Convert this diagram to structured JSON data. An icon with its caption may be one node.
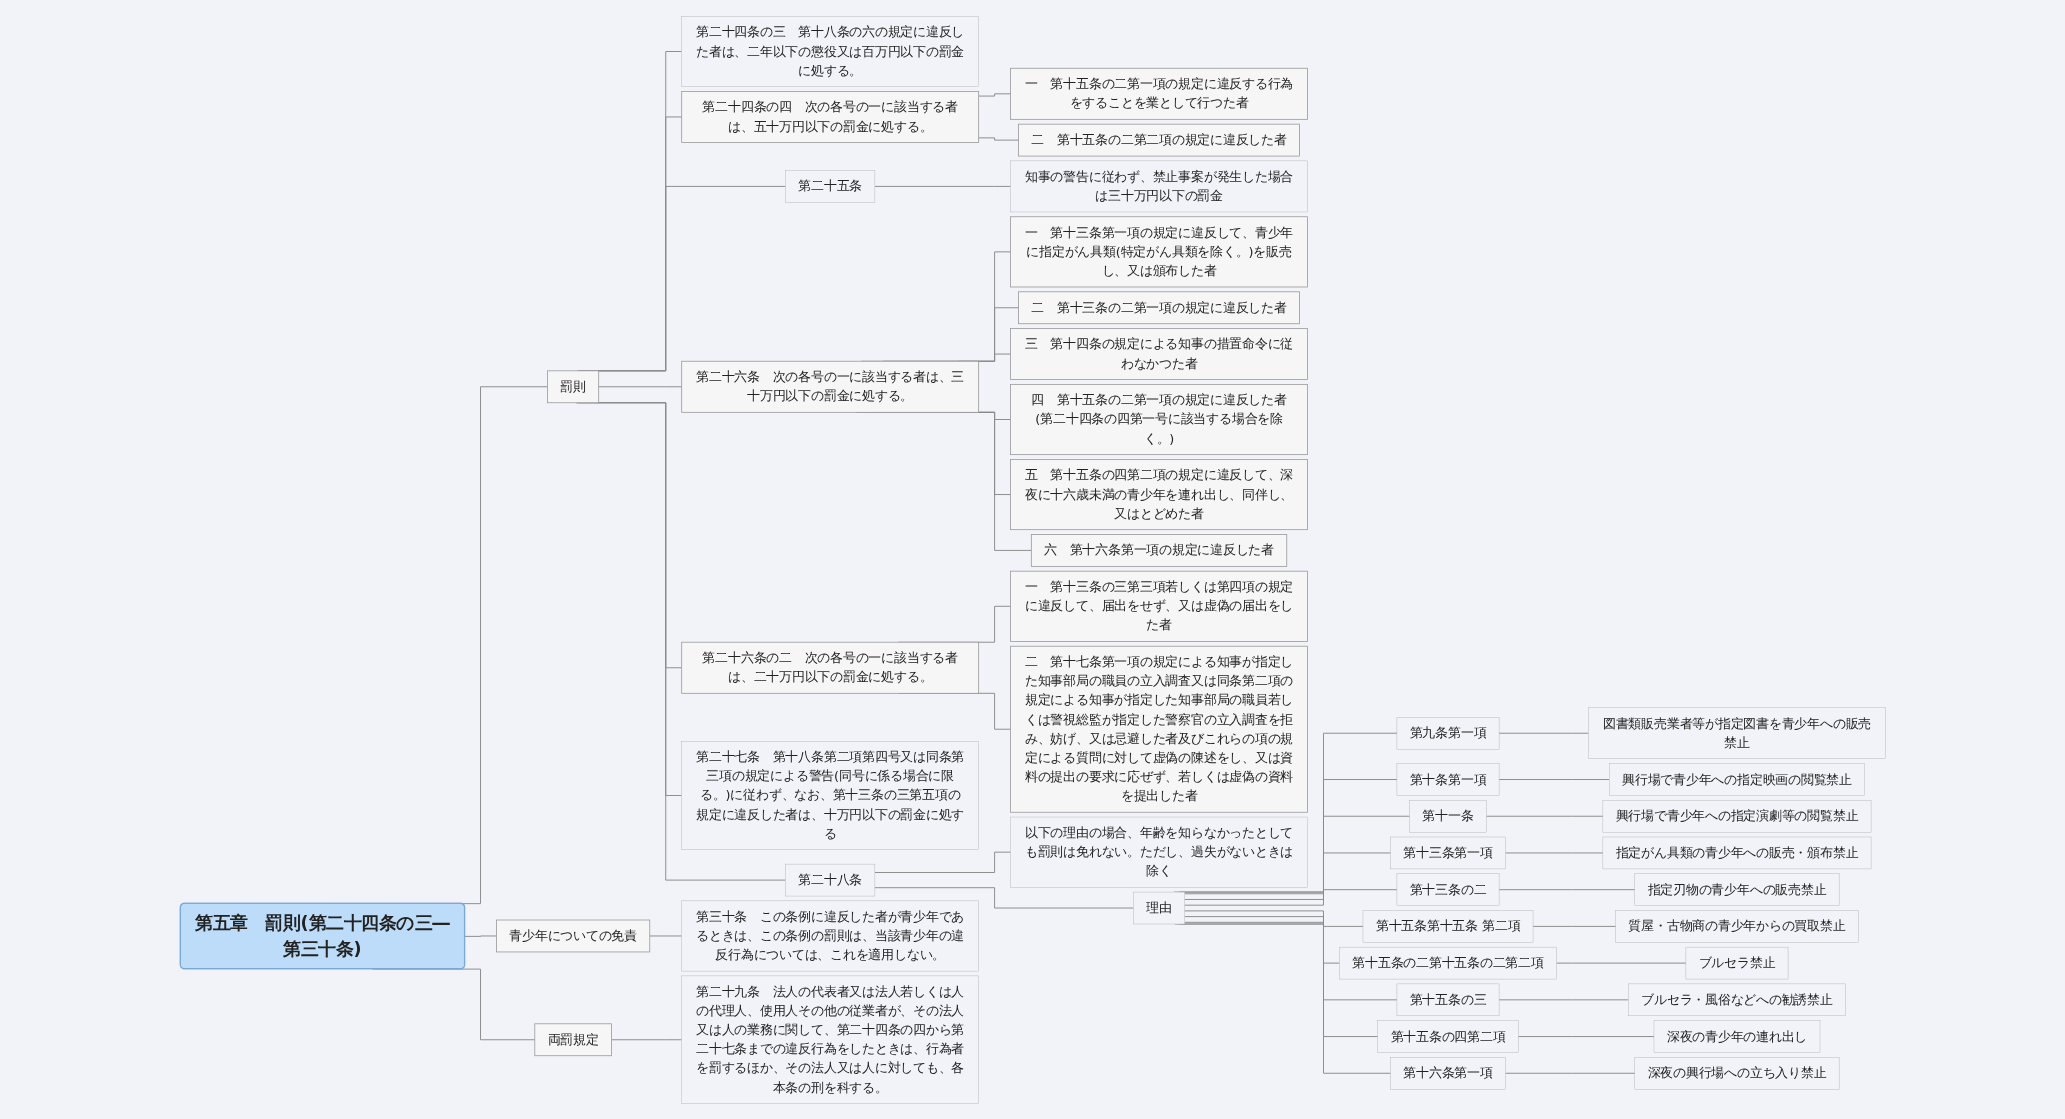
{
  "diagram": {
    "nodes": [
      {
        "text": [
          "第五章　罰則(第二十四条の三―第三十条)"
        ]
      },
      {
        "text": [
          "罰則"
        ]
      },
      {
        "text": [
          "第二十四条の三　第十八条の六の規定に違反した者は、二年以下の懲役又は百万円以下の罰金に処する。"
        ]
      },
      {
        "text": [
          "第二十四条の四　次の各号の一に該当する者は、五十万円以下の罰金に処する。"
        ]
      },
      {
        "text": [
          "一　第十五条の二第一項の規定に違反する行為をすることを業として行つた者"
        ]
      },
      {
        "text": [
          "二　第十五条の二第二項の規定に違反した者"
        ]
      },
      {
        "text": [
          "第二十五条"
        ]
      },
      {
        "text": [
          "知事の警告に従わず、禁止事案が発生した場合は三十万円以下の罰金"
        ]
      },
      {
        "text": [
          "第二十六条　次の各号の一に該当する者は、三十万円以下の罰金に処する。"
        ]
      },
      {
        "text": [
          "一　第十三条第一項の規定に違反して、青少年に指定がん具類(特定がん具類を除く。)を販売し、又は頒布した者"
        ]
      },
      {
        "text": [
          "二　第十三条の二第一項の規定に違反した者"
        ]
      },
      {
        "text": [
          "三　第十四条の規定による知事の措置命令に従わなかつた者"
        ]
      },
      {
        "text": [
          "四　第十五条の二第一項の規定に違反した者(第二十四条の四第一号に該当する場合を除く。)"
        ]
      },
      {
        "text": [
          "五　第十五条の四第二項の規定に違反して、深夜に十六歳未満の青少年を連れ出し、同伴し、又はとどめた者"
        ]
      },
      {
        "text": [
          "六　第十六条第一項の規定に違反した者"
        ]
      },
      {
        "text": [
          "第二十六条の二　次の各号の一に該当する者は、二十万円以下の罰金に処する。"
        ]
      },
      {
        "text": [
          "一　第十三条の三第三項若しくは第四項の規定に違反して、届出をせず、又は虚偽の届出をした者"
        ]
      },
      {
        "text": [
          "二　第十七条第一項の規定による知事が指定した知事部局の職員の立入調査又は同条第二項の規定による知事が指定した知事部局の職員若しくは警視総監が指定した警察官の立入調査を拒み、妨げ、又は忌避した者及びこれらの項の規定による質問に対して虚偽の陳述をし、又は資料の提出の要求に応ぜず、若しくは虚偽の資料を提出した者"
        ]
      },
      {
        "text": [
          "第二十七条　第十八条第二項第四号又は同条第三項の規定による警告(同号に係る場合に限る。)に従わず、なお、第十三条の三第五項の規定に違反した者は、十万円以下の罰金に処する"
        ]
      },
      {
        "text": [
          "第二十八条"
        ]
      },
      {
        "text": [
          "以下の理由の場合、年齢を知らなかったとしても罰則は免れない。ただし、過失がないときは除く"
        ]
      },
      {
        "text": [
          "理由"
        ]
      },
      {
        "text": [
          "第九条第一項"
        ]
      },
      {
        "text": [
          "図書類販売業者等が指定図書を青少年への販売禁止"
        ]
      },
      {
        "text": [
          "第十条第一項"
        ]
      },
      {
        "text": [
          "興行場で青少年への指定映画の閲覧禁止"
        ]
      },
      {
        "text": [
          "第十一条"
        ]
      },
      {
        "text": [
          "興行場で青少年への指定演劇等の閲覧禁止"
        ]
      },
      {
        "text": [
          "第十三条第一項"
        ]
      },
      {
        "text": [
          "指定がん具類の青少年への販売・頒布禁止"
        ]
      },
      {
        "text": [
          "第十三条の二"
        ]
      },
      {
        "text": [
          "指定刃物の青少年への販売禁止"
        ]
      },
      {
        "text": [
          "第十五条第十五条 第二項"
        ]
      },
      {
        "text": [
          "質屋・古物商の青少年からの買取禁止"
        ]
      },
      {
        "text": [
          "第十五条の二第十五条の二第二項"
        ]
      },
      {
        "text": [
          "ブルセラ禁止"
        ]
      },
      {
        "text": [
          "第十五条の三"
        ]
      },
      {
        "text": [
          "ブルセラ・風俗などへの勧誘禁止"
        ]
      },
      {
        "text": [
          "第十五条の四第二項"
        ]
      },
      {
        "text": [
          "深夜の青少年の連れ出し"
        ]
      },
      {
        "text": [
          "第十六条第一項"
        ]
      },
      {
        "text": [
          "深夜の興行場への立ち入り禁止"
        ]
      },
      {
        "text": [
          "青少年についての免責"
        ]
      },
      {
        "text": [
          "第三十条　この条例に違反した者が青少年であるときは、この条例の罰則は、当該青少年の違反行為については、これを適用しない。"
        ]
      },
      {
        "text": [
          "両罰規定"
        ]
      },
      {
        "text": [
          "第二十九条　法人の代表者又は法人若しくは人の代理人、使用人その他の従業者が、その法人又は人の業務に関して、第二十四条の四から第二十七条までの違反行為をしたときは、行為者を罰するほか、その法人又は人に対しても、各本条の刑を科する。"
        ]
      }
    ],
    "edges": [
      {
        "from": 0,
        "to": 1,
        "arrow": "none"
      },
      {
        "from": 1,
        "to": 2,
        "arrow": "none"
      },
      {
        "from": 1,
        "to": 3,
        "arrow": "none"
      },
      {
        "from": 3,
        "to": 4,
        "arrow": "none"
      },
      {
        "from": 3,
        "to": 5,
        "arrow": "none"
      },
      {
        "from": 1,
        "to": 6,
        "arrow": "none"
      },
      {
        "from": 6,
        "to": 7,
        "arrow": "none"
      },
      {
        "from": 1,
        "to": 8,
        "arrow": "none"
      },
      {
        "from": 8,
        "to": 9,
        "arrow": "none"
      },
      {
        "from": 8,
        "to": 10,
        "arrow": "none"
      },
      {
        "from": 8,
        "to": 11,
        "arrow": "none"
      },
      {
        "from": 8,
        "to": 12,
        "arrow": "none"
      },
      {
        "from": 8,
        "to": 13,
        "arrow": "none"
      },
      {
        "from": 8,
        "to": 14,
        "arrow": "none"
      },
      {
        "from": 1,
        "to": 15,
        "arrow": "none"
      },
      {
        "from": 15,
        "to": 16,
        "arrow": "none"
      },
      {
        "from": 15,
        "to": 17,
        "arrow": "none"
      },
      {
        "from": 1,
        "to": 18,
        "arrow": "none"
      },
      {
        "from": 1,
        "to": 19,
        "arrow": "none"
      },
      {
        "from": 19,
        "to": 20,
        "arrow": "none"
      },
      {
        "from": 19,
        "to": 21,
        "arrow": "none"
      },
      {
        "from": 21,
        "to": 22,
        "arrow": "none"
      },
      {
        "from": 22,
        "to": 23,
        "arrow": "none"
      },
      {
        "from": 21,
        "to": 24,
        "arrow": "none"
      },
      {
        "from": 24,
        "to": 25,
        "arrow": "none"
      },
      {
        "from": 21,
        "to": 26,
        "arrow": "none"
      },
      {
        "from": 26,
        "to": 27,
        "arrow": "none"
      },
      {
        "from": 21,
        "to": 28,
        "arrow": "none"
      },
      {
        "from": 28,
        "to": 29,
        "arrow": "none"
      },
      {
        "from": 21,
        "to": 30,
        "arrow": "none"
      },
      {
        "from": 30,
        "to": 31,
        "arrow": "none"
      },
      {
        "from": 21,
        "to": 32,
        "arrow": "none"
      },
      {
        "from": 32,
        "to": 33,
        "arrow": "none"
      },
      {
        "from": 21,
        "to": 34,
        "arrow": "none"
      },
      {
        "from": 34,
        "to": 35,
        "arrow": "none"
      },
      {
        "from": 21,
        "to": 36,
        "arrow": "none"
      },
      {
        "from": 36,
        "to": 37,
        "arrow": "none"
      },
      {
        "from": 21,
        "to": 38,
        "arrow": "none"
      },
      {
        "from": 38,
        "to": 39,
        "arrow": "none"
      },
      {
        "from": 21,
        "to": 40,
        "arrow": "none"
      },
      {
        "from": 40,
        "to": 41,
        "arrow": "none"
      },
      {
        "from": 0,
        "to": 42,
        "arrow": "none"
      },
      {
        "from": 42,
        "to": 43,
        "arrow": "none"
      },
      {
        "from": 0,
        "to": 44,
        "arrow": "none"
      },
      {
        "from": 44,
        "to": 45,
        "arrow": "none"
      }
    ]
  }
}
